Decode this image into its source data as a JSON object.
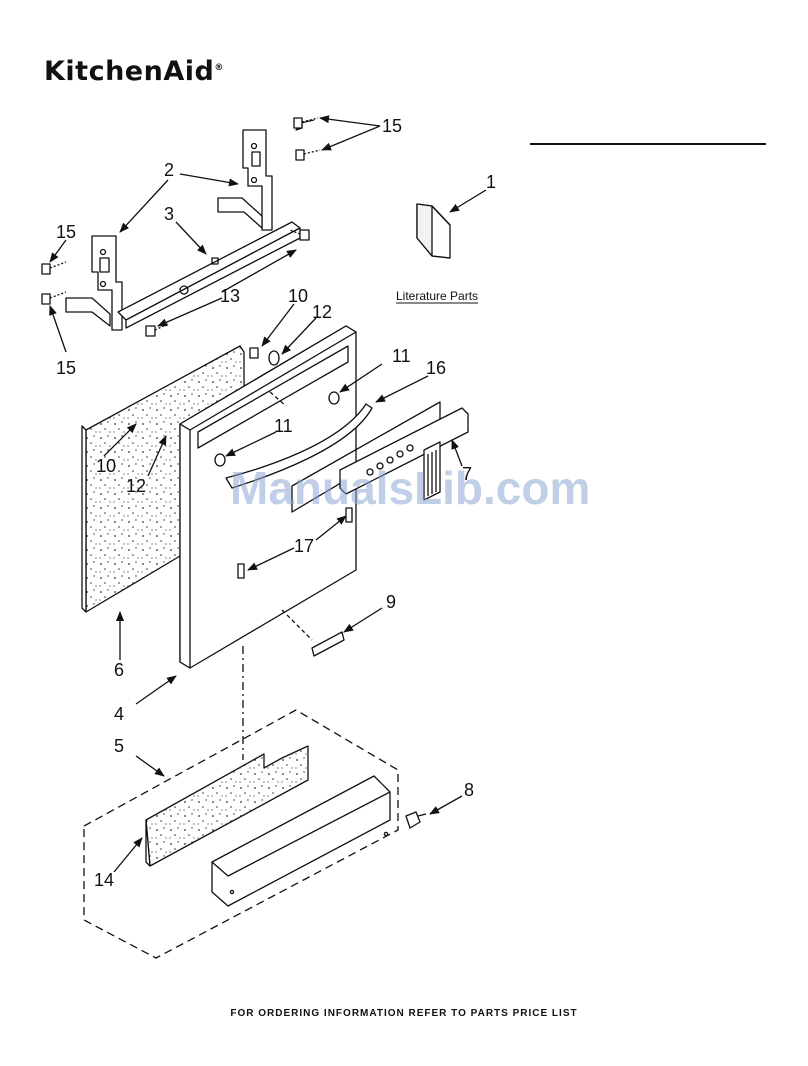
{
  "brand": {
    "name": "KitchenAid",
    "mark": "®"
  },
  "literature_label": "Literature Parts",
  "watermark": "ManualsLib.com",
  "footer": "FOR ORDERING INFORMATION REFER TO PARTS PRICE LIST",
  "callouts": {
    "c1": "1",
    "c2": "2",
    "c3": "3",
    "c4": "4",
    "c5": "5",
    "c6": "6",
    "c7": "7",
    "c8": "8",
    "c9": "9",
    "c10a": "10",
    "c10b": "10",
    "c11a": "11",
    "c11b": "11",
    "c12a": "12",
    "c12b": "12",
    "c13": "13",
    "c14": "14",
    "c15a": "15",
    "c15b": "15",
    "c15c": "15",
    "c16": "16",
    "c17": "17"
  },
  "colors": {
    "line": "#111111",
    "watermark": "#8ea6d6"
  }
}
